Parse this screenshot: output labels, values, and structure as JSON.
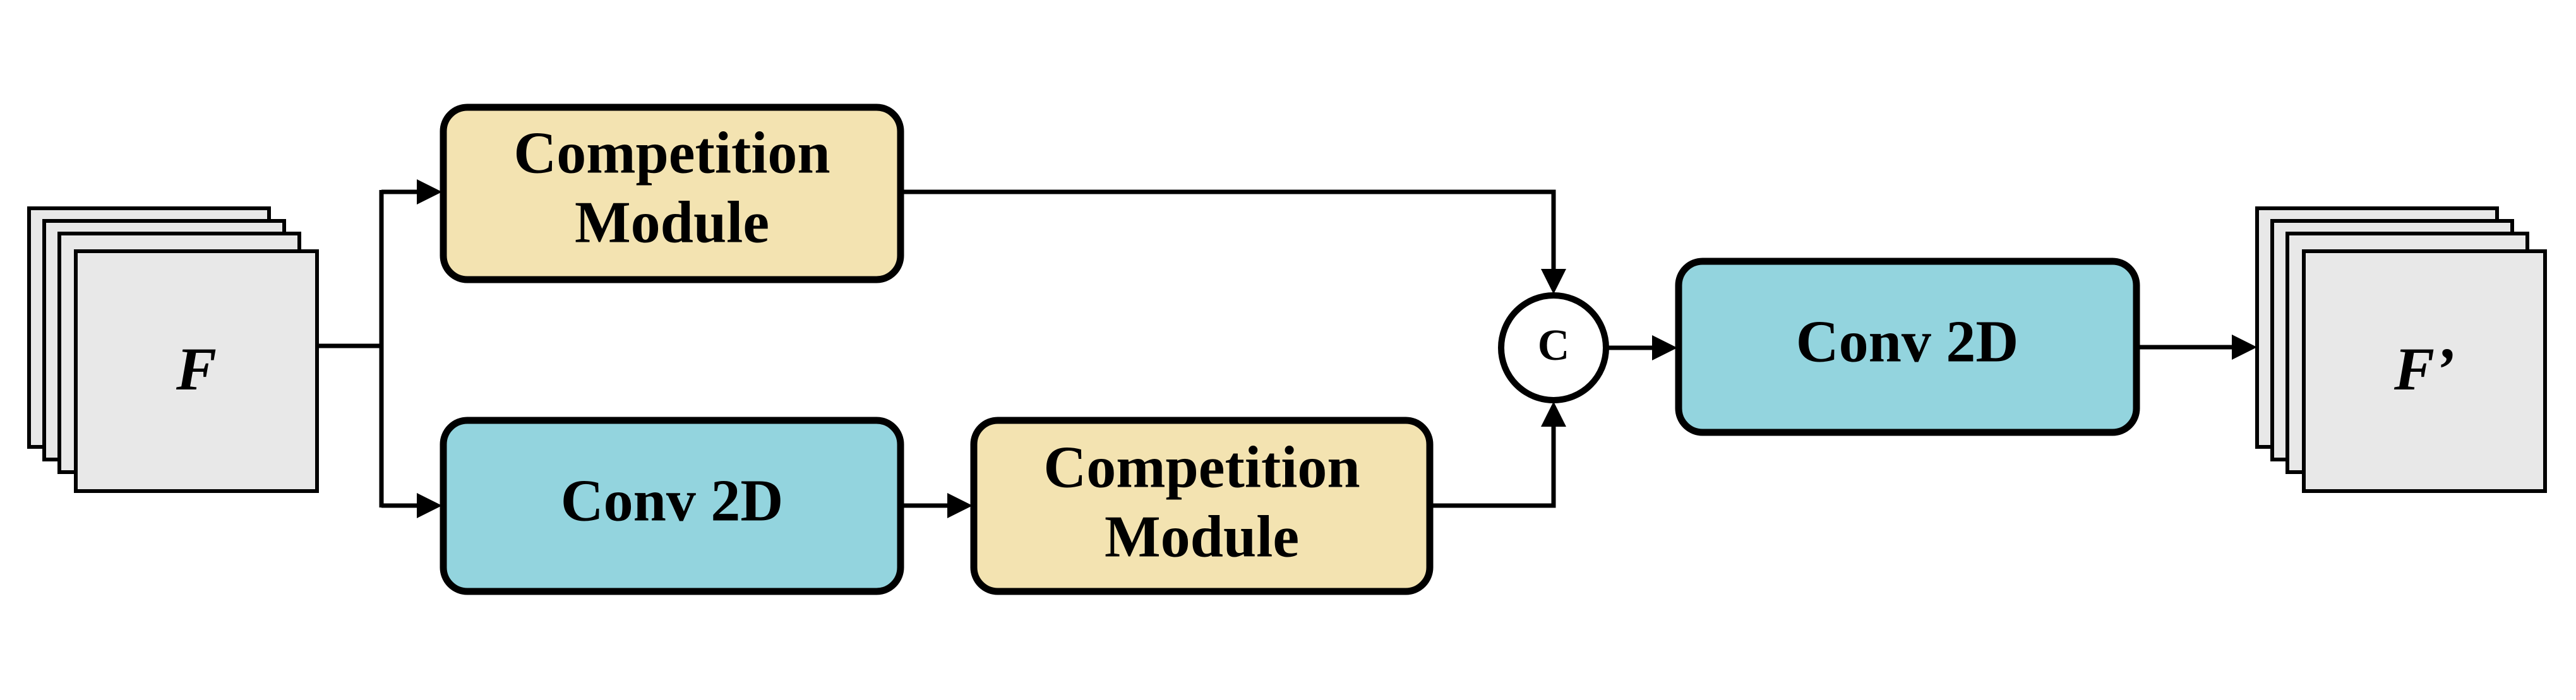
{
  "input_map": {
    "label": "F"
  },
  "output_map": {
    "label": "F’"
  },
  "top_branch": {
    "competition_module": {
      "line1": "Competition",
      "line2": "Module"
    }
  },
  "bottom_branch": {
    "conv": {
      "label": "Conv 2D"
    },
    "competition_module": {
      "line1": "Competition",
      "line2": "Module"
    }
  },
  "concat": {
    "label": "C"
  },
  "final_conv": {
    "label": "Conv 2D"
  },
  "colors": {
    "competition_fill": "#f3e3b1",
    "conv_fill": "#93d4de",
    "feature_map_fill": "#e8e8e8",
    "stroke": "#000000"
  }
}
